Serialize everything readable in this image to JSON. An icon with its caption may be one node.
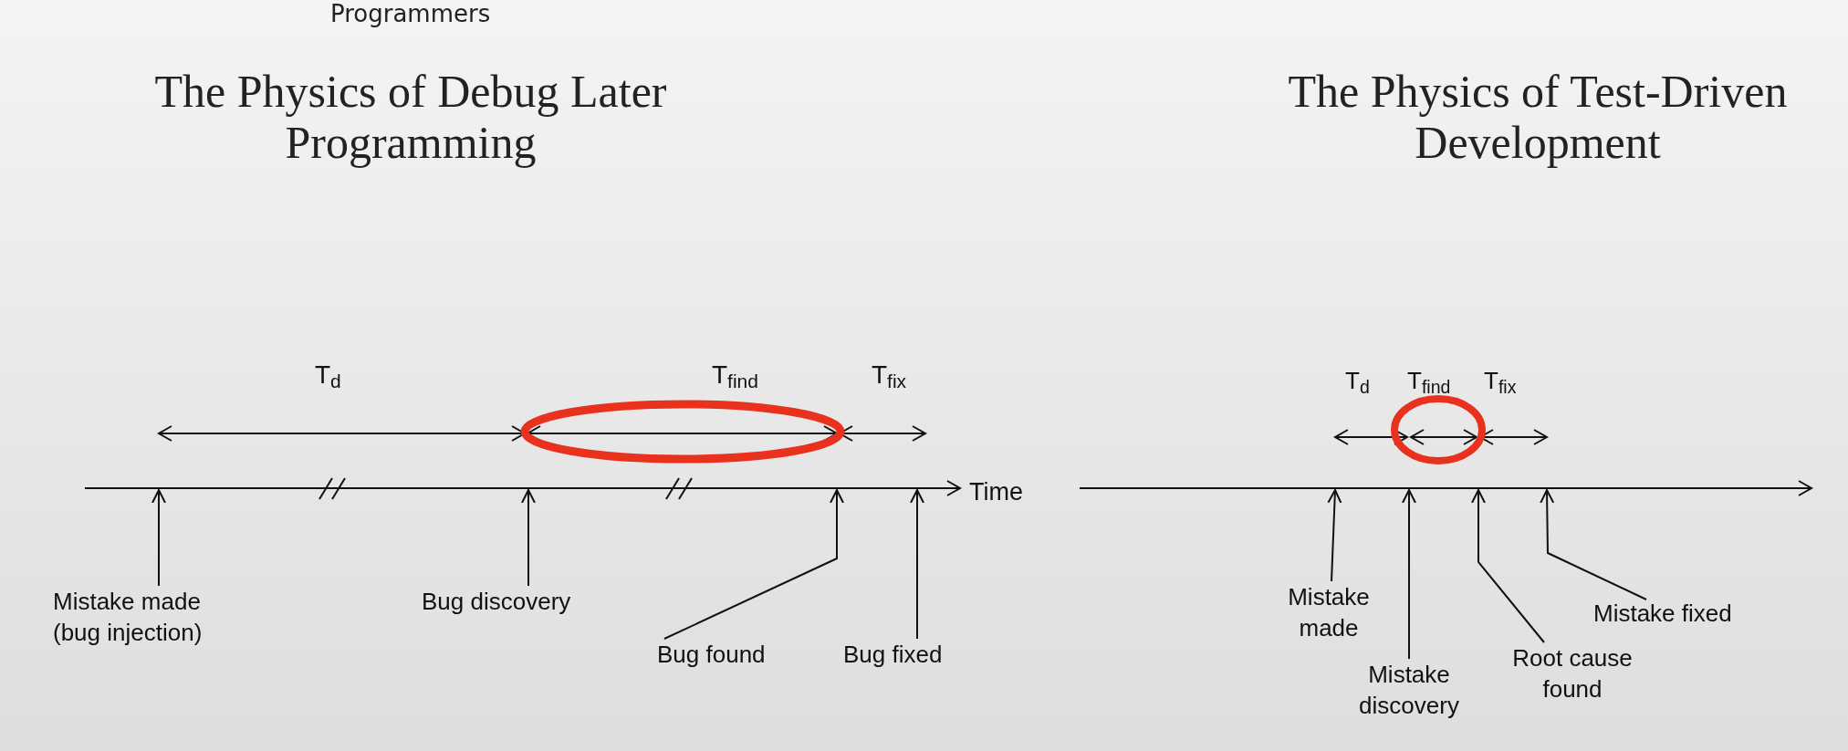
{
  "diagram": {
    "nodes": [
      {
        "text": [
          "Mistake made (bug injection)"
        ]
      },
      {
        "text": [
          "Bug discovery"
        ]
      },
      {
        "text": [
          "Bug found"
        ]
      },
      {
        "text": [
          "Bug fixed"
        ]
      },
      {
        "text": [
          "Mistake made"
        ]
      },
      {
        "text": [
          "Mistake discovery"
        ]
      },
      {
        "text": [
          "Root cause found"
        ]
      },
      {
        "text": [
          "Mistake fixed"
        ]
      },
      {
        "text": [],
        "shape": "line"
      },
      {
        "text": [],
        "shape": "line"
      }
    ],
    "edges": [
      {
        "from": 0,
        "to": 8,
        "arrow": "to"
      },
      {
        "from": 1,
        "to": 8,
        "arrow": "to"
      },
      {
        "from": 2,
        "to": 8,
        "arrow": "to"
      },
      {
        "from": 3,
        "to": 8,
        "arrow": "to"
      },
      {
        "from": 4,
        "to": 9,
        "arrow": "to"
      },
      {
        "from": 5,
        "to": 9,
        "arrow": "to"
      },
      {
        "from": 6,
        "to": 9,
        "arrow": "to"
      },
      {
        "from": 7,
        "to": 9,
        "arrow": "to"
      }
    ],
    "labels": [
      "Programmers",
      "The Physics of Debug Later Programming",
      "The Physics of Test-Driven Development",
      "T$_{d}$",
      "T$_{find}$",
      "T$_{fix}$",
      "Time",
      "T$_{d}$",
      "T$_{find}$",
      "T$_{fix}$"
    ]
  }
}
